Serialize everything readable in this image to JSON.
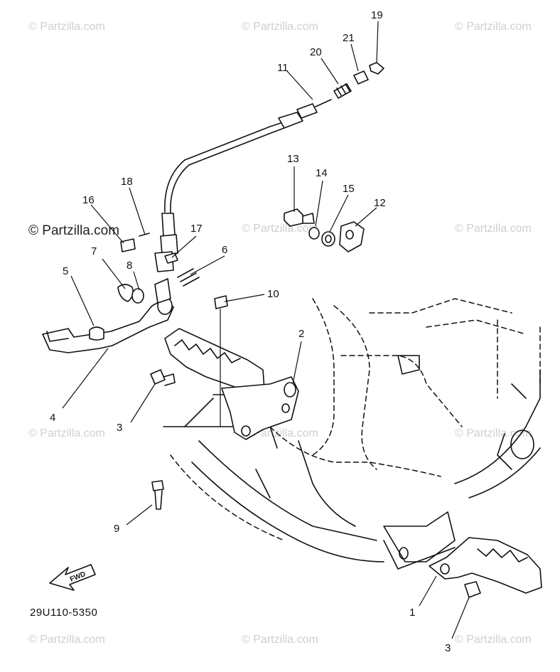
{
  "watermark": "© Partzilla.com",
  "drawing_code": "29U110-5350",
  "fwd_label": "FWD",
  "callouts": {
    "p1": "1",
    "p2": "2",
    "p3a": "3",
    "p3b": "3",
    "p4": "4",
    "p5": "5",
    "p6": "6",
    "p7": "7",
    "p8": "8",
    "p9": "9",
    "p10": "10",
    "p11": "11",
    "p12": "12",
    "p13": "13",
    "p14": "14",
    "p15": "15",
    "p16": "16",
    "p17": "17",
    "p18": "18",
    "p19": "19",
    "p20": "20",
    "p21": "21"
  }
}
